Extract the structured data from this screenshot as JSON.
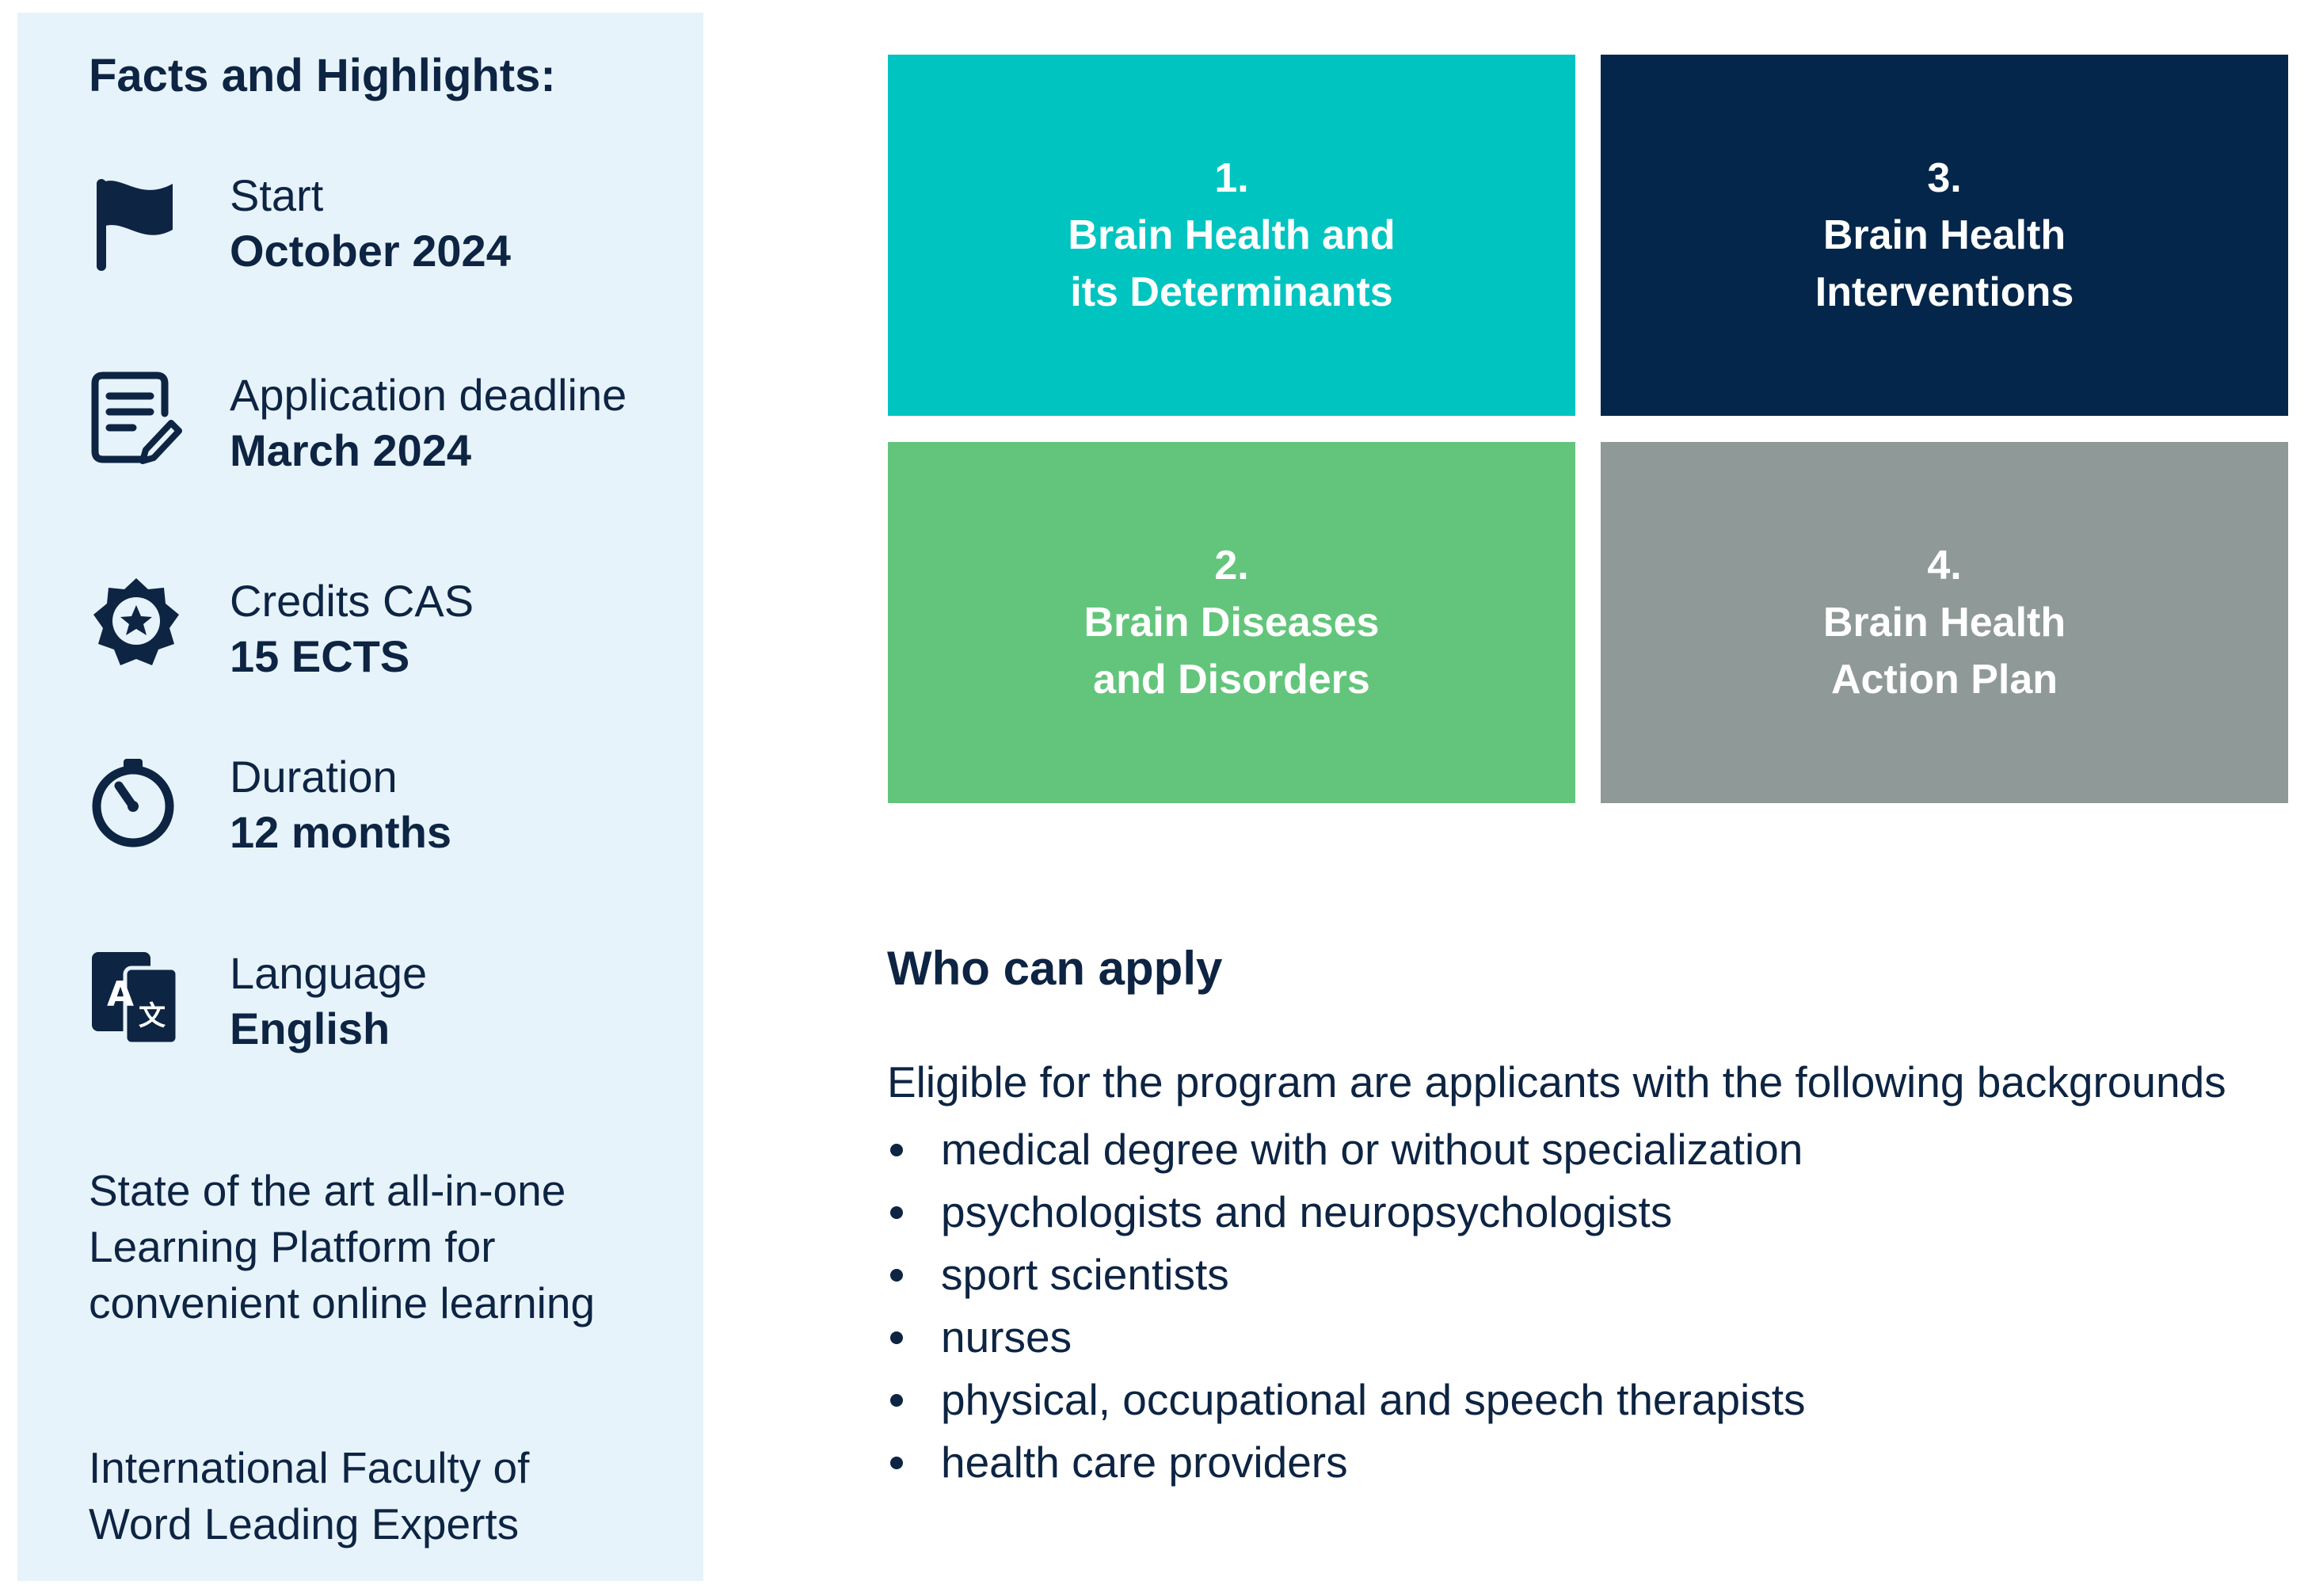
{
  "facts_panel": {
    "title": "Facts and Highlights:",
    "items": [
      {
        "icon": "flag-icon",
        "label": "Start",
        "value": "October 2024"
      },
      {
        "icon": "document-edit-icon",
        "label": "Application deadline",
        "value": "March 2024"
      },
      {
        "icon": "badge-star-icon",
        "label": "Credits CAS",
        "value": "15 ECTS"
      },
      {
        "icon": "timer-icon",
        "label": "Duration",
        "value": "12 months"
      },
      {
        "icon": "translate-icon",
        "label": "Language",
        "value": "English"
      }
    ],
    "notes": [
      {
        "lines": [
          "State of the art all-in-one",
          "Learning Platform for",
          "convenient online learning"
        ]
      },
      {
        "lines": [
          "International Faculty of",
          "Word Leading Experts"
        ]
      }
    ]
  },
  "modules": [
    {
      "number": "1.",
      "lines": [
        "Brain Health and",
        "its Determinants"
      ],
      "color": "#00c4c0"
    },
    {
      "number": "3.",
      "lines": [
        "Brain Health",
        "Interventions"
      ],
      "color": "#03264a"
    },
    {
      "number": "2.",
      "lines": [
        "Brain Diseases",
        "and Disorders"
      ],
      "color": "#63c57b"
    },
    {
      "number": "4.",
      "lines": [
        "Brain Health",
        "Action Plan"
      ],
      "color": "#8f9997"
    }
  ],
  "who_can_apply": {
    "title": "Who can apply",
    "intro": "Eligible for the program are applicants with the following backgrounds",
    "items": [
      "medical degree with or without specialization",
      "psychologists and neuropsychologists",
      "sport scientists",
      "nurses",
      "physical, occupational and speech therapists",
      "health care providers"
    ]
  },
  "colors": {
    "panel_background": "#e7f3fb",
    "text_navy": "#0d2443"
  }
}
